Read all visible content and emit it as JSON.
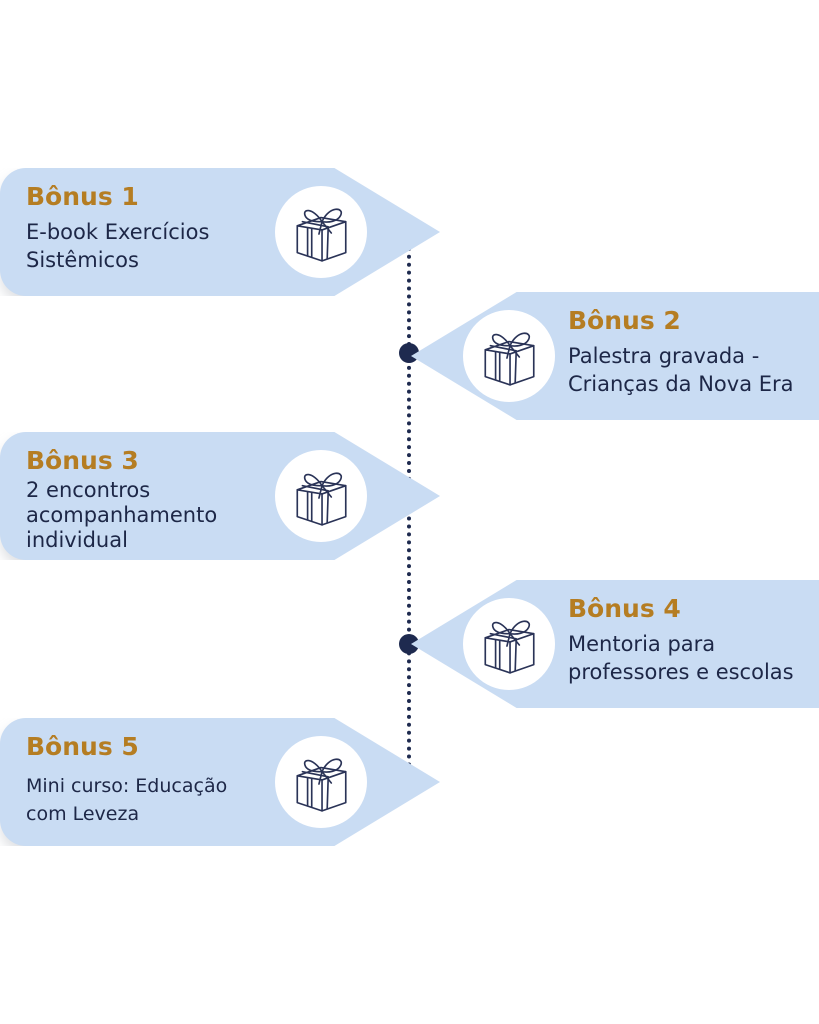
{
  "bonuses": [
    {
      "title": "Bônus 1",
      "line1": "E-book Exercícios",
      "line2": "Sistêmicos",
      "line3": "",
      "icon": "gift-box-icon"
    },
    {
      "title": "Bônus 2",
      "line1": "Palestra gravada -",
      "line2": "Crianças da Nova Era",
      "line3": "",
      "icon": "gift-box-icon"
    },
    {
      "title": "Bônus 3",
      "line1": "2 encontros",
      "line2": "acompanhamento",
      "line3": "individual",
      "icon": "gift-box-icon"
    },
    {
      "title": "Bônus 4",
      "line1": "Mentoria para",
      "line2": "professores e escolas",
      "line3": "",
      "icon": "gift-box-icon"
    },
    {
      "title": "Bônus 5",
      "line1": "Mini curso: Educação",
      "line2": "com Leveza",
      "line3": "",
      "icon": "gift-box-icon"
    }
  ],
  "colors": {
    "card": "#c9dcf3",
    "title": "#b57d22",
    "text": "#1d2747",
    "timeline": "#1e2a4f"
  }
}
